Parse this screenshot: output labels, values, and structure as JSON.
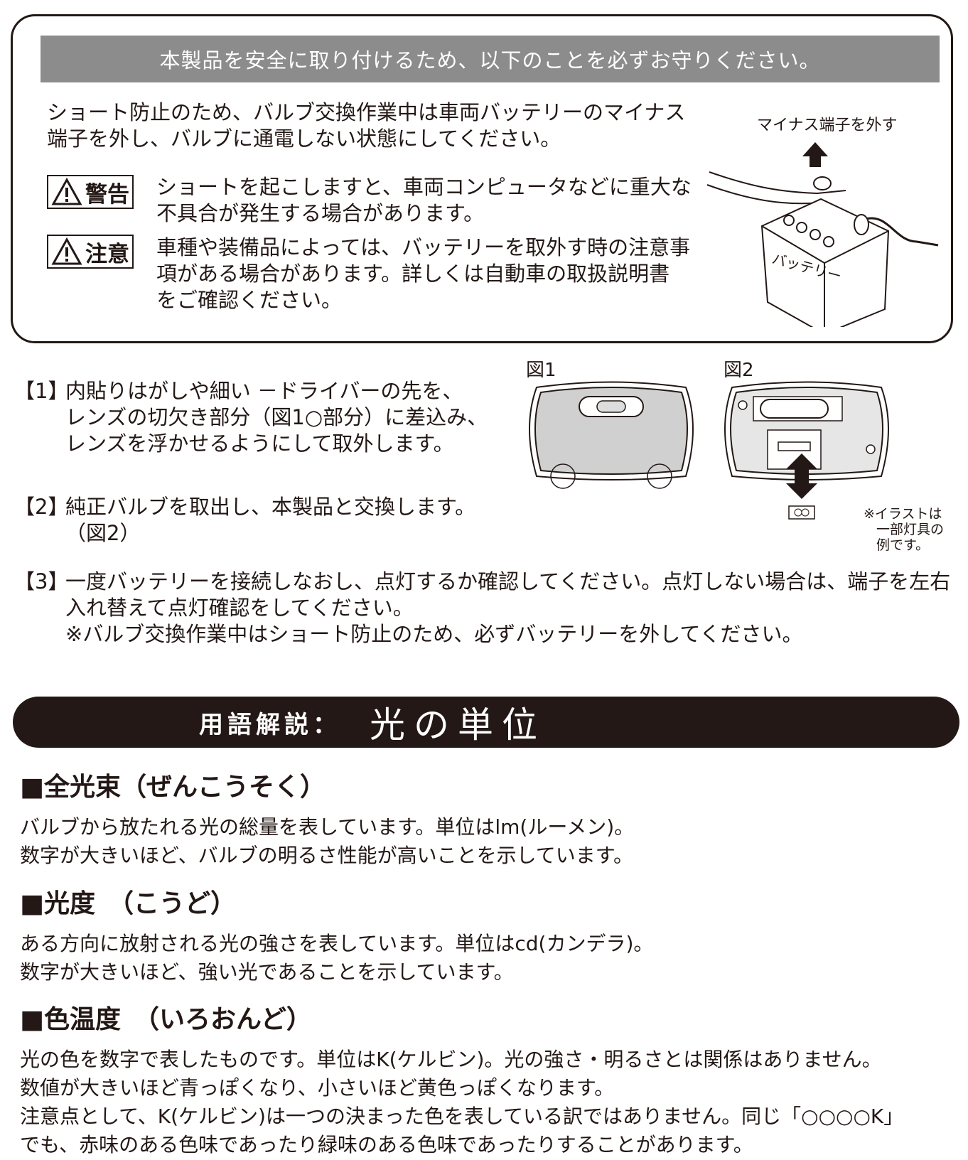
{
  "notice": {
    "header": "本製品を安全に取り付けるため、以下のことを必ずお守りください。",
    "intro": [
      "ショート防止のため、バルブ交換作業中は車両バッテリーのマイナス",
      "端子を外し、バルブに通電しない状態にしてください。"
    ],
    "warning": {
      "label": "警告",
      "text": [
        "ショートを起こしますと、車両コンピュータなどに重大な",
        "不具合が発生する場合があります。"
      ]
    },
    "caution": {
      "label": "注意",
      "text": [
        "車種や装備品によっては、バッテリーを取外す時の注意事",
        "項がある場合があります。詳しくは自動車の取扱説明書",
        "をご確認ください。"
      ]
    },
    "battery_caption": "マイナス端子を外す",
    "battery_label": "バッテリー"
  },
  "steps": [
    {
      "num": "【1】",
      "lines": [
        "内貼りはがしや細い －ドライバーの先を、",
        "レンズの切欠き部分（図1○部分）に差込み、",
        "レンズを浮かせるようにして取外します。"
      ]
    },
    {
      "num": "【2】",
      "lines": [
        "純正バルブを取出し、本製品と交換します。",
        "（図2）"
      ]
    },
    {
      "num": "【3】",
      "lines": [
        "一度バッテリーを接続しなおし、点灯するか確認してください。点灯しない場合は、端子を左右",
        "入れ替えて点灯確認をしてください。",
        "※バルブ交換作業中はショート防止のため、必ずバッテリーを外してください。"
      ]
    }
  ],
  "figures": {
    "fig1": "図1",
    "fig2": "図2",
    "note": [
      "※イラストは",
      "一部灯具の",
      "例です。"
    ]
  },
  "glossary": {
    "banner_prefix": "用語解説：",
    "banner_title": "光の単位",
    "sections": [
      {
        "title": "■全光束（ぜんこうそく）",
        "lines": [
          "バルブから放たれる光の総量を表しています。単位はlm(ルーメン)。",
          "数字が大きいほど、バルブの明るさ性能が高いことを示しています。"
        ]
      },
      {
        "title": "■光度　（こうど）",
        "lines": [
          "ある方向に放射される光の強さを表しています。単位はcd(カンデラ)。",
          "数字が大きいほど、強い光であることを示しています。"
        ]
      },
      {
        "title": "■色温度　（いろおんど）",
        "lines": [
          "光の色を数字で表したものです。単位はK(ケルビン)。光の強さ・明るさとは関係はありません。",
          "数値が大きいほど青っぽくなり、小さいほど黄色っぽくなります。",
          "注意点として、K(ケルビン)は一つの決まった色を表している訳ではありません。同じ「○○○○K」",
          "でも、赤味のある色味であったり緑味のある色味であったりすることがあります。"
        ]
      }
    ]
  }
}
